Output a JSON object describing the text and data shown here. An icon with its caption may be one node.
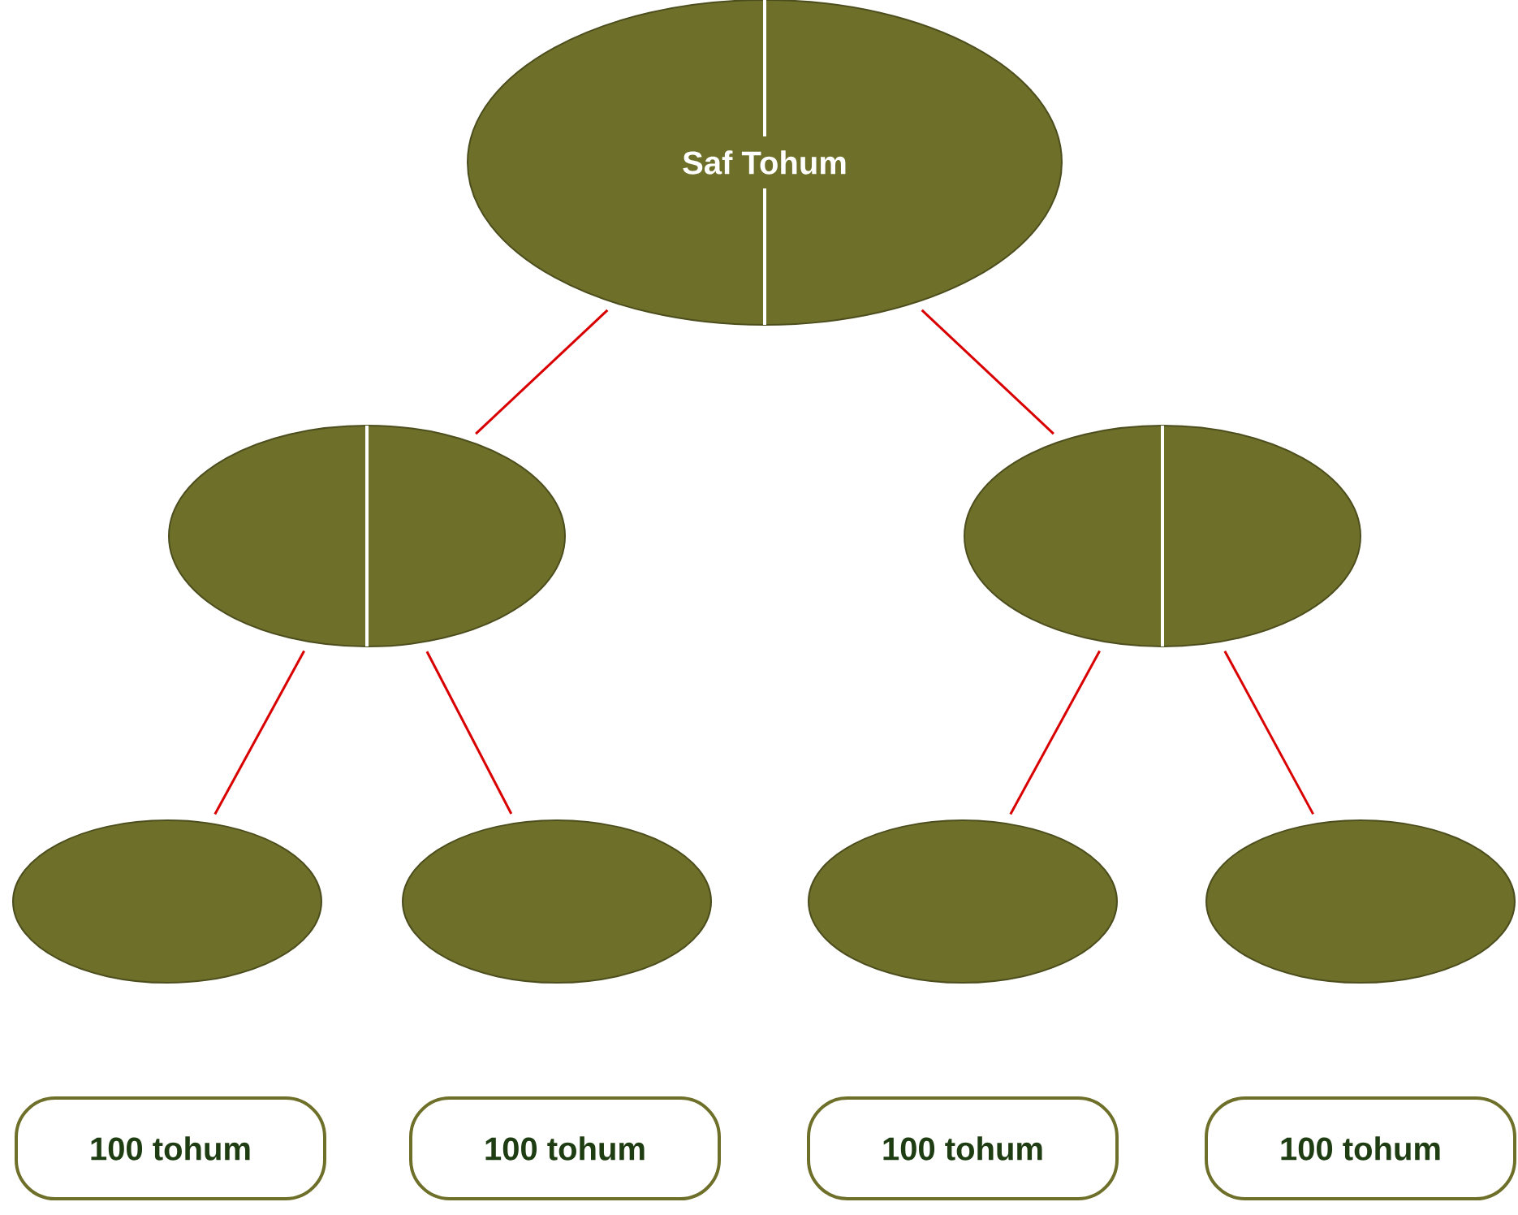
{
  "diagram": {
    "nodes": [
      {
        "text": [
          "Saf Tohum"
        ]
      },
      {
        "text": [],
        "shape": "ellipse"
      },
      {
        "text": [],
        "shape": "ellipse"
      },
      {
        "text": [],
        "shape": "ellipse"
      },
      {
        "text": [],
        "shape": "ellipse"
      },
      {
        "text": [],
        "shape": "ellipse"
      },
      {
        "text": [],
        "shape": "ellipse"
      },
      {
        "text": [
          "100 tohum"
        ]
      },
      {
        "text": [
          "100 tohum"
        ]
      },
      {
        "text": [
          "100 tohum"
        ]
      },
      {
        "text": [
          "100 tohum"
        ]
      }
    ],
    "edges": [
      {
        "from": 0,
        "to": 1,
        "arrow": "none"
      },
      {
        "from": 0,
        "to": 2,
        "arrow": "none"
      },
      {
        "from": 1,
        "to": 3,
        "arrow": "none"
      },
      {
        "from": 1,
        "to": 4,
        "arrow": "none"
      },
      {
        "from": 2,
        "to": 5,
        "arrow": "none"
      },
      {
        "from": 2,
        "to": 6,
        "arrow": "none"
      }
    ]
  }
}
